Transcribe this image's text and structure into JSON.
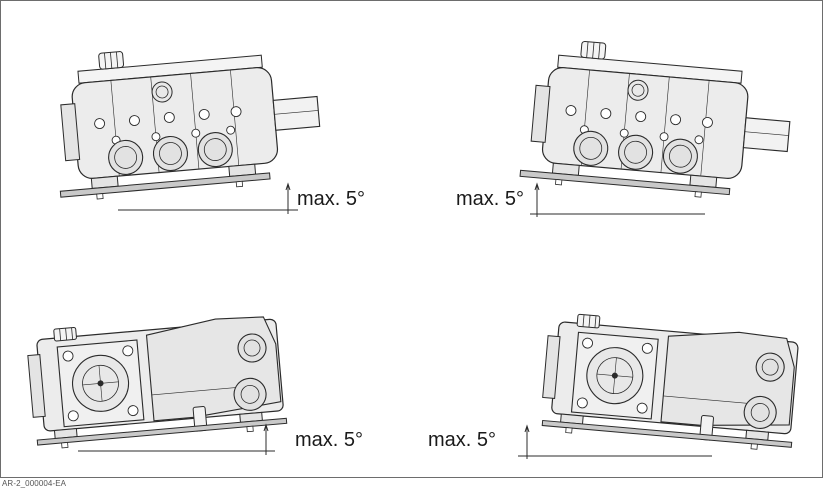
{
  "labels": {
    "tl": "max. 5°",
    "tr": "max. 5°",
    "bl": "max. 5°",
    "br": "max. 5°"
  },
  "caption": "AR-2_000004-EA",
  "colors": {
    "line": "#2b2b2b",
    "body_fill": "#ececec",
    "base_fill": "#c9c9c9"
  }
}
